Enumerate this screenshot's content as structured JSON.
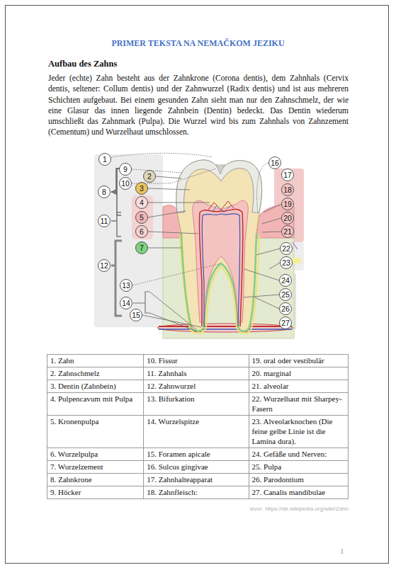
{
  "diagram": {
    "title": "PRIMER TEKSTA NA NEMAČKOM JEZIKU",
    "nodes": [
      {
        "text": [
          "1"
        ]
      },
      {
        "text": [
          "2"
        ]
      },
      {
        "text": [
          "3"
        ]
      },
      {
        "text": [
          "4"
        ]
      },
      {
        "text": [
          "5"
        ]
      },
      {
        "text": [
          "6"
        ]
      },
      {
        "text": [
          "7"
        ]
      },
      {
        "text": [
          "8"
        ]
      },
      {
        "text": [
          "9"
        ]
      },
      {
        "text": [
          "10"
        ]
      },
      {
        "text": [
          "11"
        ]
      },
      {
        "text": [
          "12"
        ]
      },
      {
        "text": [
          "13"
        ]
      },
      {
        "text": [
          "14"
        ]
      },
      {
        "text": [
          "15"
        ]
      },
      {
        "text": [
          "16"
        ]
      },
      {
        "text": [
          "17"
        ]
      },
      {
        "text": [
          "18"
        ]
      },
      {
        "text": [
          "19"
        ]
      },
      {
        "text": [
          "20"
        ]
      },
      {
        "text": [
          "21"
        ]
      },
      {
        "text": [
          "22"
        ]
      },
      {
        "text": [
          "23"
        ]
      },
      {
        "text": [
          "24"
        ]
      },
      {
        "text": [
          "25"
        ]
      },
      {
        "text": [
          "26"
        ]
      },
      {
        "text": [
          "27"
        ]
      }
    ],
    "labels": [
      "Aufbau des Zahns",
      "Jeder (echte) Zahn besteht aus der Zahnkrone (Corona dentis), dem Zahnhals (Cervix dentis, seltener: Collum dentis) und der Zahnwurzel (Radix dentis) und ist aus mehreren Schichten aufgebaut. Bei einem gesunden Zahn sieht man nur den Zahnschmelz, der wie eine Glasur das innen liegende Zahnbein (Dentin) bedeckt. Das Dentin wiederum umschließt das Zahnmark (Pulpa). Die Wurzel wird bis zum Zahnhals von Zahnzement (Cementum) und Wurzelhaut umschlossen.",
      "1. Zahn",
      "10. Fissur",
      "19. oral oder vestibulär",
      "2. Zahnschmelz",
      "11. Zahnhals",
      "20. marginal",
      "3. Dentin (Zahnbein)",
      "12. Zahnwurzel",
      "21. alveolar",
      "4. Pulpencavum mit Pulpa",
      "13. Bifurkation",
      "22. Wurzelhaut mit Sharpey-Fasern",
      "5. Kronenpulpa",
      "14. Wurzelspitze",
      "23. Alveolarknochen (Die feine gelbe Linie ist die Lamina dura).",
      "6. Wurzelpulpa",
      "15. Foramen apicale",
      "24. Gefäße und Nerven:",
      "7. Wurzelzement",
      "16. Sulcus gingivae",
      "25. Pulpa",
      "8. Zahnkrone",
      "17. Zahnhalteapparat",
      "26. Parodontium",
      "9. Höcker",
      "18. Zahnfleisch:",
      "27. Canalis mandibulae",
      "Izvor: https://de.wikipedia.org/wiki/Zahn",
      "1"
    ]
  }
}
